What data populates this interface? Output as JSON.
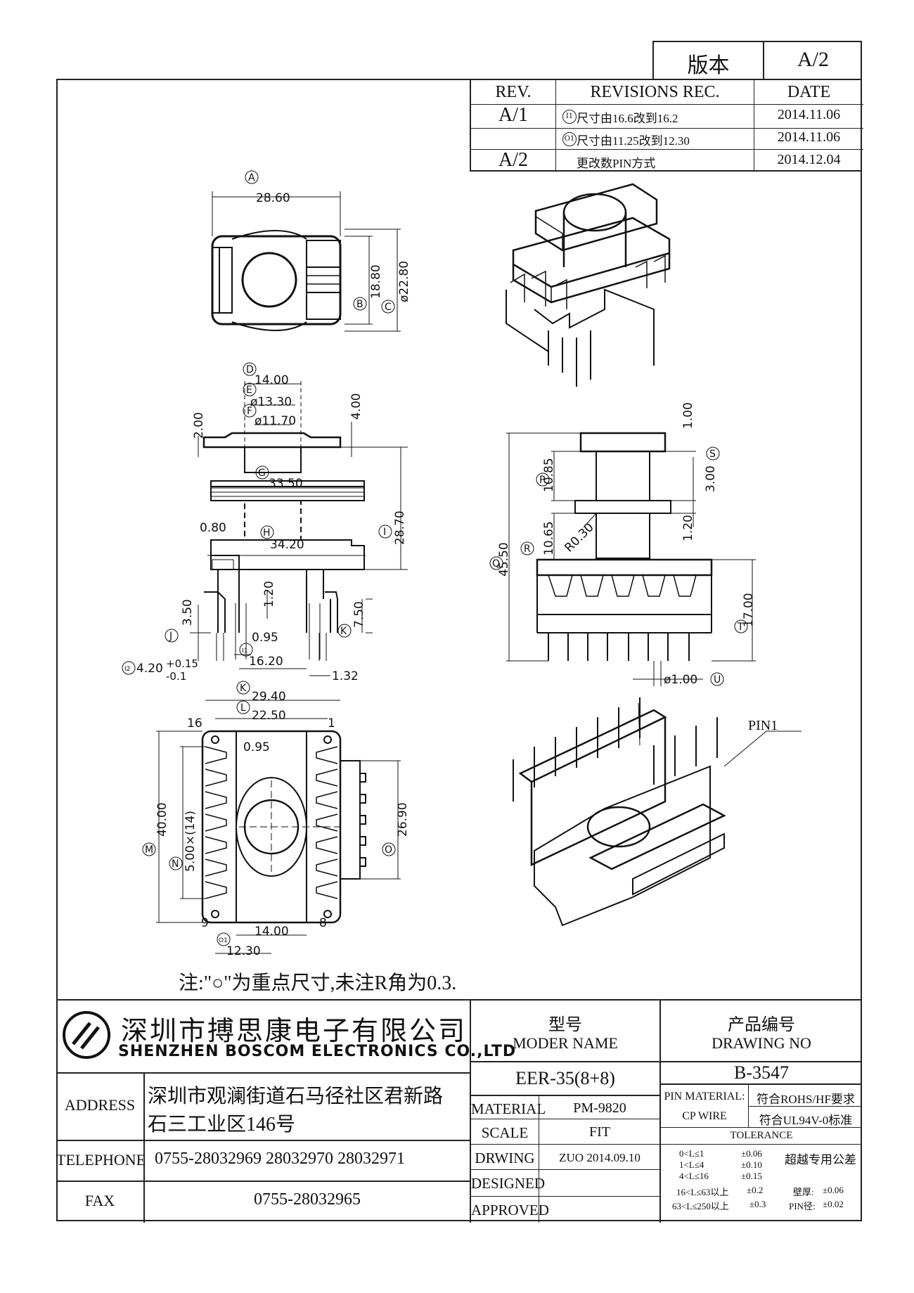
{
  "version_box": {
    "label": "版本",
    "value": "A/2"
  },
  "revisions": {
    "headers": {
      "rev": "REV.",
      "rec": "REVISIONS REC.",
      "date": "DATE"
    },
    "rows": [
      {
        "rev": "A/1",
        "mark": "I1",
        "text": "尺寸由16.6改到16.2",
        "date": "2014.11.06"
      },
      {
        "rev": "",
        "mark": "O1",
        "text": "尺寸由11.25改到12.30",
        "date": "2014.11.06"
      },
      {
        "rev": "A/2",
        "mark": "",
        "text": "更改数PIN方式",
        "date": "2014.12.04"
      }
    ]
  },
  "dimensions": {
    "top_view": {
      "A": "28.60",
      "B": "18.80",
      "C": "ø22.80"
    },
    "front_view": {
      "D": "14.00",
      "E": "ø13.30",
      "F": "ø11.70",
      "G": "33.50",
      "H": "34.20",
      "I": "28.70",
      "J": "3.50",
      "K": "7.50",
      "I1": "16.20",
      "d_200": "2.00",
      "d_400": "4.00",
      "d_080": "0.80",
      "d_120": "1.20",
      "d_095": "0.95",
      "d_132": "1.32",
      "I2_base": "4.20",
      "I2_plus": "+0.15",
      "I2_minus": "-0.1"
    },
    "side_view": {
      "P": "10.85",
      "Q": "45.50",
      "R": "10.65",
      "S": "3.00",
      "T": "17.00",
      "U": "ø1.00",
      "d_100": "1.00",
      "d_120": "1.20",
      "r030": "R0.30"
    },
    "bottom_view": {
      "K": "29.40",
      "L": "22.50",
      "M": "40.00",
      "N": "5.00×(14)",
      "O": "26.90",
      "d_095": "0.95",
      "d_1400": "14.00",
      "O1": "12.30",
      "pin16": "16",
      "pin1": "1",
      "pin9": "9",
      "pin8": "8"
    },
    "iso_label": "PIN1"
  },
  "note": "注:\"○\"为重点尺寸,未注R角为0.3.",
  "title_block": {
    "company_cn": "深圳市搏思康电子有限公司",
    "company_en": "SHENZHEN BOSCOM ELECTRONICS CO.,LTD",
    "address_label": "ADDRESS",
    "address_line1": "深圳市观澜街道石马径社区君新路",
    "address_line2": "石三工业区146号",
    "telephone_label": "TELEPHONE",
    "telephone": "0755-28032969 28032970 28032971",
    "fax_label": "FAX",
    "fax": "0755-28032965",
    "model_cn": "型号",
    "model_en": "MODER NAME",
    "model_value": "EER-35(8+8)",
    "drawing_cn": "产品编号",
    "drawing_en": "DRAWING NO",
    "drawing_value": "B-3547",
    "material_label": "MATERIAL",
    "material_value": "PM-9820",
    "scale_label": "SCALE",
    "scale_value": "FIT",
    "drwing_label": "DRWING",
    "drwing_value": "ZUO 2014.09.10",
    "designed_label": "DESIGNED",
    "approved_label": "APPROVED",
    "pin_material_label": "PIN MATERIAL:",
    "pin_material_value": "CP WIRE",
    "rohs": "符合ROHS/HF要求",
    "ul": "符合UL94V-0标准",
    "tolerance_label": "TOLERANCE",
    "tolerances": [
      {
        "range": "0<L≤1",
        "tol": "±0.06"
      },
      {
        "range": "1<L≤4",
        "tol": "±0.10"
      },
      {
        "range": "4<L≤16",
        "tol": "±0.15"
      },
      {
        "range": "16<L≤63以上",
        "tol": "±0.2"
      },
      {
        "range": "63<L≤250以上",
        "tol": "±0.3"
      }
    ],
    "special_tol_label": "超越专用公差",
    "wall_label": "壁厚:",
    "wall_value": "±0.06",
    "pin_dia_label": "PIN径:",
    "pin_dia_value": "±0.02"
  }
}
